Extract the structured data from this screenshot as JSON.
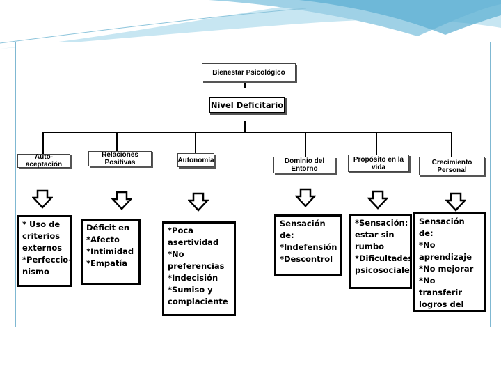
{
  "colors": {
    "accent_blue": "#7fb8d2",
    "wave_light": "#c7e6f2",
    "wave_dark": "#5aaed1"
  },
  "diagram": {
    "root": "Bienestar Psicológico",
    "level": "Nivel Deficitario",
    "categories": [
      {
        "title": "Auto-aceptación",
        "detail": "* Uso de\ncriterios\nexternos\n*Perfeccio-\nnismo"
      },
      {
        "title": "Relaciones Positivas",
        "detail": "Déficit en\n*Afecto\n*Intimidad\n*Empatía"
      },
      {
        "title": "Autonomía",
        "detail": "*Poca\nasertividad\n*No\npreferencias\n*Indecisión\n*Sumiso y\ncomplaciente"
      },
      {
        "title": "Dominio del Entorno",
        "detail": "Sensación\nde:\n*Indefensión\n*Descontrol"
      },
      {
        "title": "Propósito en la vida",
        "detail": "*Sensación:\nestar sin\nrumbo\n*Dificultades\npsicosociales"
      },
      {
        "title": "Crecimiento Personal",
        "detail": "Sensación de:\n*No aprendizaje\n*No mejorar\n*No transferir\nlogros del\npasado al\npresente"
      }
    ]
  }
}
